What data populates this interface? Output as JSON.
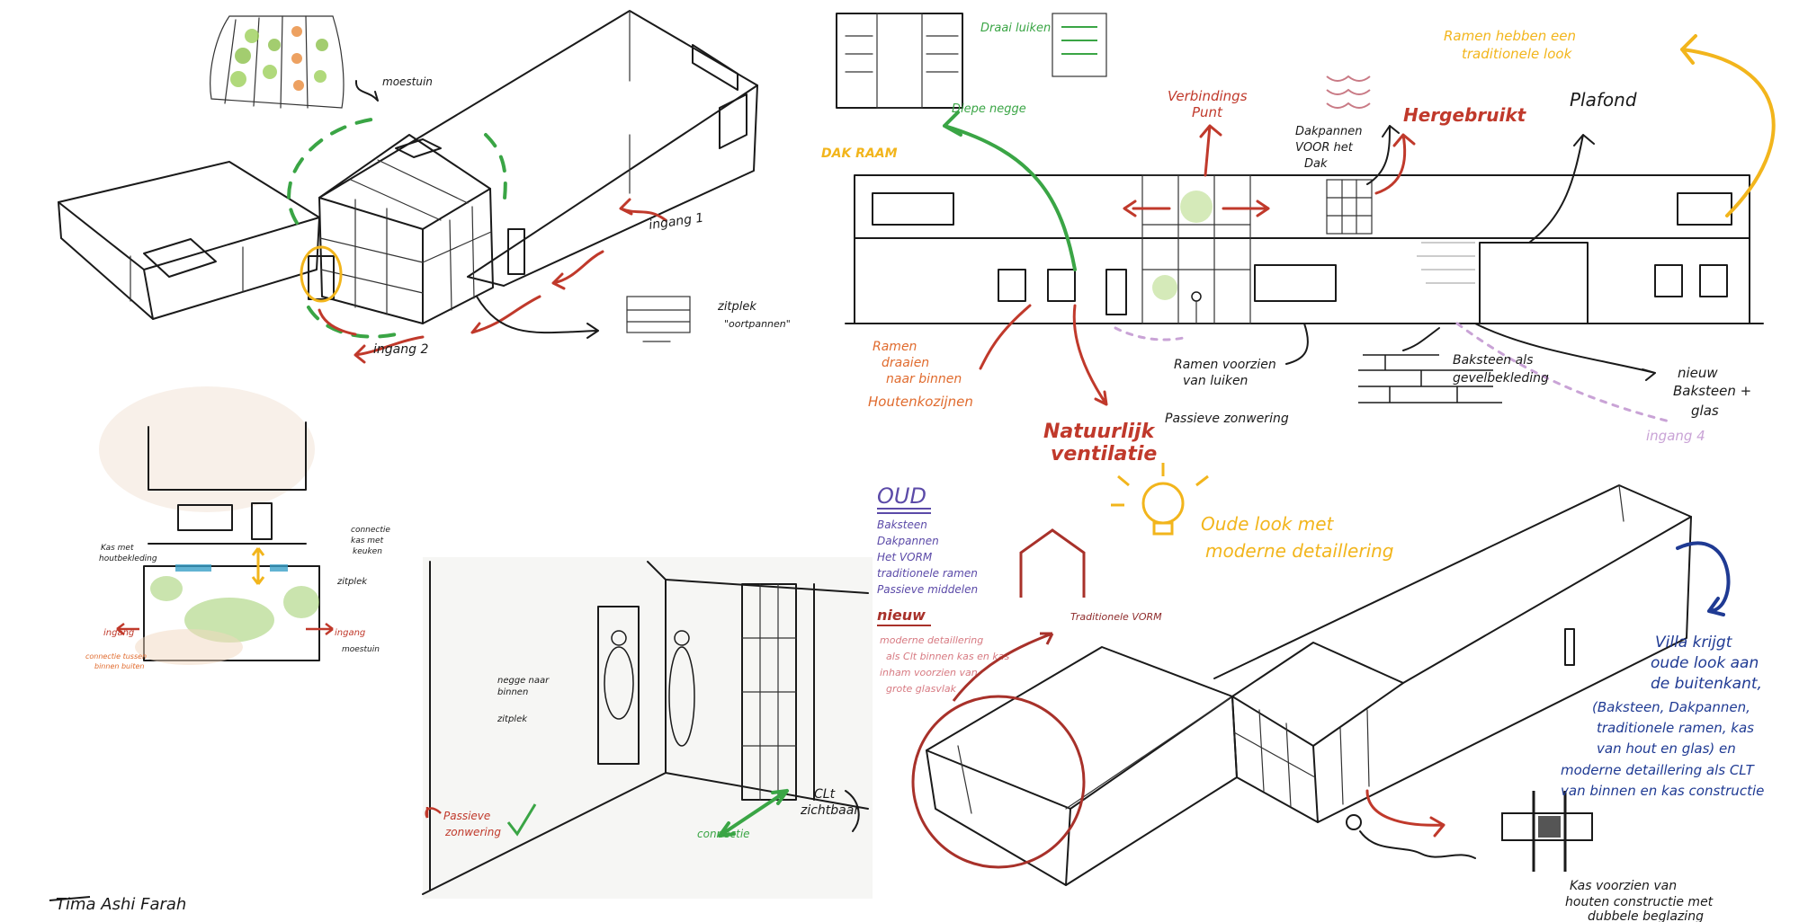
{
  "colors": {
    "ink": "#1a1a1a",
    "red": "#c0392b",
    "dark_red": "#a8312a",
    "orange": "#e06b2e",
    "green": "#3aa545",
    "yellow": "#f2b51c",
    "lilac": "#c9a3d6",
    "purple": "#5b4aa8",
    "navy": "#1f3a93",
    "maroon": "#8e2b2b"
  },
  "sketch1": {
    "moestuin": "moestuin",
    "ingang1": "ingang 1",
    "ingang2": "ingang 2",
    "zitplek": "zitplek",
    "zitplek_sub": "\"oortpannen\""
  },
  "facade": {
    "raam_top": "Draai luiken",
    "diepe_negge": "Diepe negge",
    "dak_raam": "DAK RAAM",
    "verbindingspunt_1": "Verbindings",
    "verbindingspunt_2": "Punt",
    "dakpannen_1": "Dakpannen",
    "dakpannen_2": "VOOR het",
    "dakpannen_3": "Dak",
    "hergebruikt": "Hergebruikt",
    "plafond": "Plafond",
    "ramen_top_1": "Ramen hebben een",
    "ramen_top_2": "traditionele look",
    "ramen_draaien_1": "Ramen",
    "ramen_draaien_2": "draaien",
    "ramen_draaien_3": "naar binnen",
    "houtenkozijnen": "Houtenkozijnen",
    "natuurlijk_1": "Natuurlijk",
    "natuurlijk_2": "ventilatie",
    "ramen_luiken_1": "Ramen voorzien",
    "ramen_luiken_2": "van luiken",
    "passieve_zonwering": "Passieve zonwering",
    "baksteen_1": "Baksteen als",
    "baksteen_2": "gevelbekleding",
    "nieuw_1": "nieuw",
    "nieuw_2": "Baksteen +",
    "nieuw_3": "glas",
    "ingang4": "ingang 4"
  },
  "plan": {
    "kas_label_1": "Kas met",
    "kas_label_2": "houtbekleding",
    "connectie_1": "connectie",
    "connectie_2": "kas met",
    "connectie_3": "keuken",
    "zitplek": "zitplek",
    "ingang_left": "ingang",
    "ingang_right": "ingang",
    "moestuin": "moestuin",
    "bottom_label_1": "connectie tussen",
    "bottom_label_2": "binnen buiten"
  },
  "interior": {
    "negge_1": "negge naar",
    "negge_2": "binnen",
    "zitplek": "zitplek",
    "passieve_1": "Passieve",
    "passieve_2": "zonwering",
    "connectie": "connectie",
    "clt_1": "CLt",
    "clt_2": "zichtbaar"
  },
  "legend": {
    "oud_title": "OUD",
    "oud_items": [
      "Baksteen",
      "Dakpannen",
      "Het VORM",
      "traditionele ramen",
      "Passieve middelen"
    ],
    "nieuw_title": "nieuw",
    "nieuw_items": [
      "moderne detaillering",
      "als Clt binnen kas en kas",
      "inham voorzien van",
      "grote glasvlak"
    ],
    "traditionele_vorm": "Traditionele VORM",
    "oude_look_1": "Oude look met",
    "oude_look_2": "moderne detaillering"
  },
  "villa": {
    "lines": [
      "Villa krijgt",
      "oude look aan",
      "de buitenkant,",
      "(Baksteen, Dakpannen,",
      "traditionele ramen, kas",
      "van hout en glas) en",
      "moderne detaillering als CLT",
      "van binnen en kas constructie"
    ],
    "kas_1": "Kas voorzien van",
    "kas_2": "houten constructie met",
    "kas_3": "dubbele beglazing"
  },
  "signature": "Tima Ashi Farah"
}
